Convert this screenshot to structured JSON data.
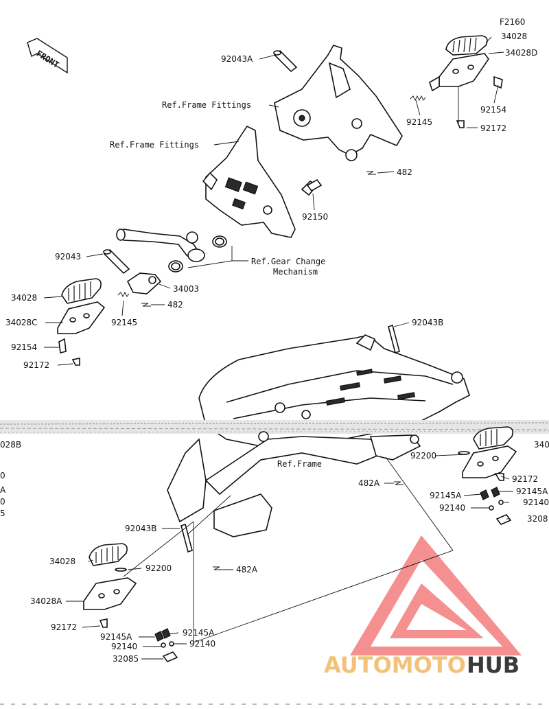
{
  "page": {
    "diagram_code": "F2160"
  },
  "front_arrow": {
    "label": "FRONT"
  },
  "labels": {
    "p34028_top": "34028",
    "p34028D": "34028D",
    "p92043A": "92043A",
    "ref_frame_fittings_1": "Ref.Frame Fittings",
    "ref_frame_fittings_2": "Ref.Frame Fittings",
    "p92154_top": "92154",
    "p92145_top": "92145",
    "p92172_top": "92172",
    "p482_top": "482",
    "p92150": "92150",
    "ref_gear_change_1": "Ref.Gear Change",
    "ref_gear_change_2": "Mechanism",
    "p92043": "92043",
    "p34003": "34003",
    "p482_mid": "482",
    "p34028_left": "34028",
    "p34028C": "34028C",
    "p92145_left": "92145",
    "p92154_left": "92154",
    "p92172_left": "92172",
    "p92043B_right": "92043B",
    "cut_34028B": "028B",
    "ref_frame": "Ref.Frame",
    "p92200_right": "92200",
    "p482A_right": "482A",
    "p92172_right": "92172",
    "p92145A_r1": "92145A",
    "p92145A_r2": "92145A",
    "p92140_r1": "92140",
    "p92140_r2": "92140",
    "p3208_cut": "3208",
    "p340_cut": "340",
    "p92043B_left": "92043B",
    "p482A_left": "482A",
    "p34028_bottom": "34028",
    "p92200_bottom": "92200",
    "p34028A": "34028A",
    "p92172_bottom": "92172",
    "p92145A_b1": "92145A",
    "p92145A_b2": "92145A",
    "p92140_b1": "92140",
    "p92140_b2": "92140",
    "p32085": "32085",
    "cut_left_1": "0",
    "cut_left_2": "A",
    "cut_left_3": "0",
    "cut_left_4": "5"
  },
  "watermark": {
    "text_1": "AUTOMOTO",
    "text_2": "HUB",
    "color_1": "#f2c27a",
    "color_2": "#3a3a3a",
    "logo_color": "#f26b6b"
  }
}
